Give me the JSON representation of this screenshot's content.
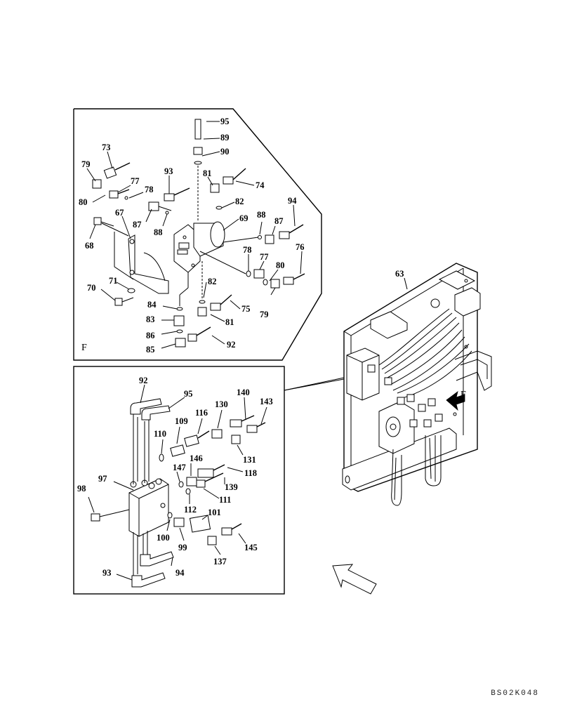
{
  "document_code": "BS02K048",
  "view_labels": {
    "upper_view": "F",
    "main_view_arrow": "F"
  },
  "callouts": {
    "upper": [
      "95",
      "89",
      "90",
      "73",
      "79",
      "93",
      "81",
      "74",
      "77",
      "78",
      "80",
      "82",
      "69",
      "88",
      "87",
      "94",
      "67",
      "87",
      "88",
      "68",
      "78",
      "76",
      "77",
      "80",
      "71",
      "70",
      "82",
      "84",
      "75",
      "81",
      "83",
      "79",
      "86",
      "92",
      "85"
    ],
    "lower": [
      "92",
      "95",
      "140",
      "143",
      "130",
      "116",
      "109",
      "110",
      "131",
      "146",
      "147",
      "118",
      "139",
      "97",
      "98",
      "111",
      "112",
      "101",
      "100",
      "99",
      "145",
      "137",
      "93",
      "94"
    ],
    "main": [
      "63"
    ]
  }
}
